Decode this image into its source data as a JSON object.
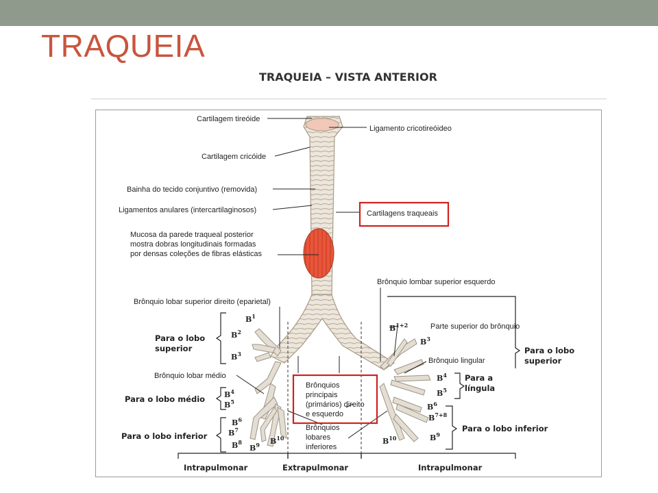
{
  "slide": {
    "title": "TRAQUEIA",
    "figure_title": "TRAQUEIA – VISTA ANTERIOR"
  },
  "labels": {
    "cartilagem_tireoide": "Cartilagem tireóide",
    "ligamento_cricotireoideo": "Ligamento cricotireóideo",
    "cartilagem_cricoide": "Cartilagem cricóide",
    "bainha": "Bainha do tecido conjuntivo (removida)",
    "ligamentos_anulares": "Ligamentos anulares (intercartilaginosos)",
    "cartilagens_traqueais": "Cartilagens traqueais",
    "mucosa_l1": "Mucosa da parede traqueal posterior",
    "mucosa_l2": "mostra dobras longitudinais formadas",
    "mucosa_l3": "por densas coleções de fibras elásticas",
    "bronquio_lombar_sup_esq": "Brônquio lombar superior esquerdo",
    "bronquio_lobar_sup_dir": "Brônquio lobar superior direito (eparietal)",
    "parte_superior": "Parte superior do brônquio",
    "bronquio_lingular": "Brônquio lingular",
    "bronquio_lobar_medio": "Brônquio lobar médio",
    "principais_l1": "Brônquios",
    "principais_l2": "principais",
    "principais_l3": "(primários) direito",
    "principais_l4": "e esquerdo",
    "lobares_l1": "Brônquios",
    "lobares_l2": "lobares",
    "lobares_l3": "inferiores"
  },
  "groups": {
    "lobo_superior_dir_l1": "Para o lobo",
    "lobo_superior_dir_l2": "superior",
    "lobo_medio": "Para o lobo médio",
    "lobo_inferior_dir": "Para o lobo inferior",
    "lobo_superior_esq_l1": "Para o lobo",
    "lobo_superior_esq_l2": "superior",
    "lingula_l1": "Para a",
    "lingula_l2": "língula",
    "lobo_inferior_esq": "Para o lobo inferior",
    "intrapulmonar_left": "Intrapulmonar",
    "extrapulmonar": "Extrapulmonar",
    "intrapulmonar_right": "Intrapulmonar"
  },
  "segments": {
    "r_b1": "B",
    "r_b1_sup": "1",
    "r_b2": "B",
    "r_b2_sup": "2",
    "r_b3": "B",
    "r_b3_sup": "3",
    "r_b4": "B",
    "r_b4_sup": "4",
    "r_b5": "B",
    "r_b5_sup": "5",
    "r_b6": "B",
    "r_b6_sup": "6",
    "r_b7": "B",
    "r_b7_sup": "7",
    "r_b8": "B",
    "r_b8_sup": "8",
    "r_b9": "B",
    "r_b9_sup": "9",
    "r_b10": "B",
    "r_b10_sup": "10",
    "l_b12": "B",
    "l_b12_sup": "1+2",
    "l_b3": "B",
    "l_b3_sup": "3",
    "l_b4": "B",
    "l_b4_sup": "4",
    "l_b5": "B",
    "l_b5_sup": "5",
    "l_b6": "B",
    "l_b6_sup": "6",
    "l_b78": "B",
    "l_b78_sup": "7+8",
    "l_b9": "B",
    "l_b9_sup": "9",
    "l_b10": "B",
    "l_b10_sup": "10"
  },
  "colors": {
    "topbar": "#8f9a8d",
    "title": "#c8553d",
    "highlight_box": "#d02020",
    "mucosa": "#e8553a",
    "tissue": "#e9e3d8"
  }
}
